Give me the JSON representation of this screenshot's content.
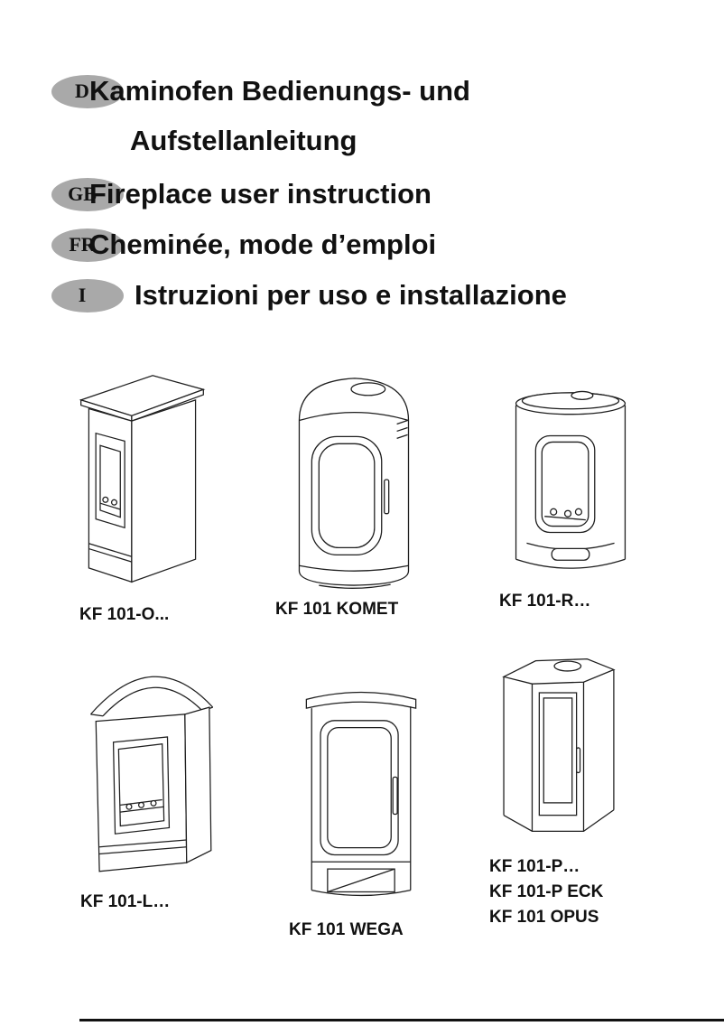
{
  "colors": {
    "ink": "#111111",
    "badge_bg": "#a9a9a9",
    "paper": "#ffffff"
  },
  "header": {
    "entries": [
      {
        "badge": "D",
        "line1": "Kaminofen Bedienungs- und",
        "line2": "Aufstellanleitung"
      },
      {
        "badge": "GB",
        "text": "Fireplace user instruction"
      },
      {
        "badge": "FR",
        "text": "Cheminée, mode d’emploi"
      },
      {
        "badge": "I",
        "text": "Istruzioni per uso e installazione"
      }
    ]
  },
  "figures": [
    {
      "label": "KF 101-O..."
    },
    {
      "label": "KF 101 KOMET"
    },
    {
      "label": "KF 101-R…"
    },
    {
      "label": "KF 101-L…"
    },
    {
      "label": "KF 101 WEGA"
    },
    {
      "labels": [
        "KF 101-P…",
        "KF 101-P ECK",
        "KF 101 OPUS"
      ]
    }
  ]
}
